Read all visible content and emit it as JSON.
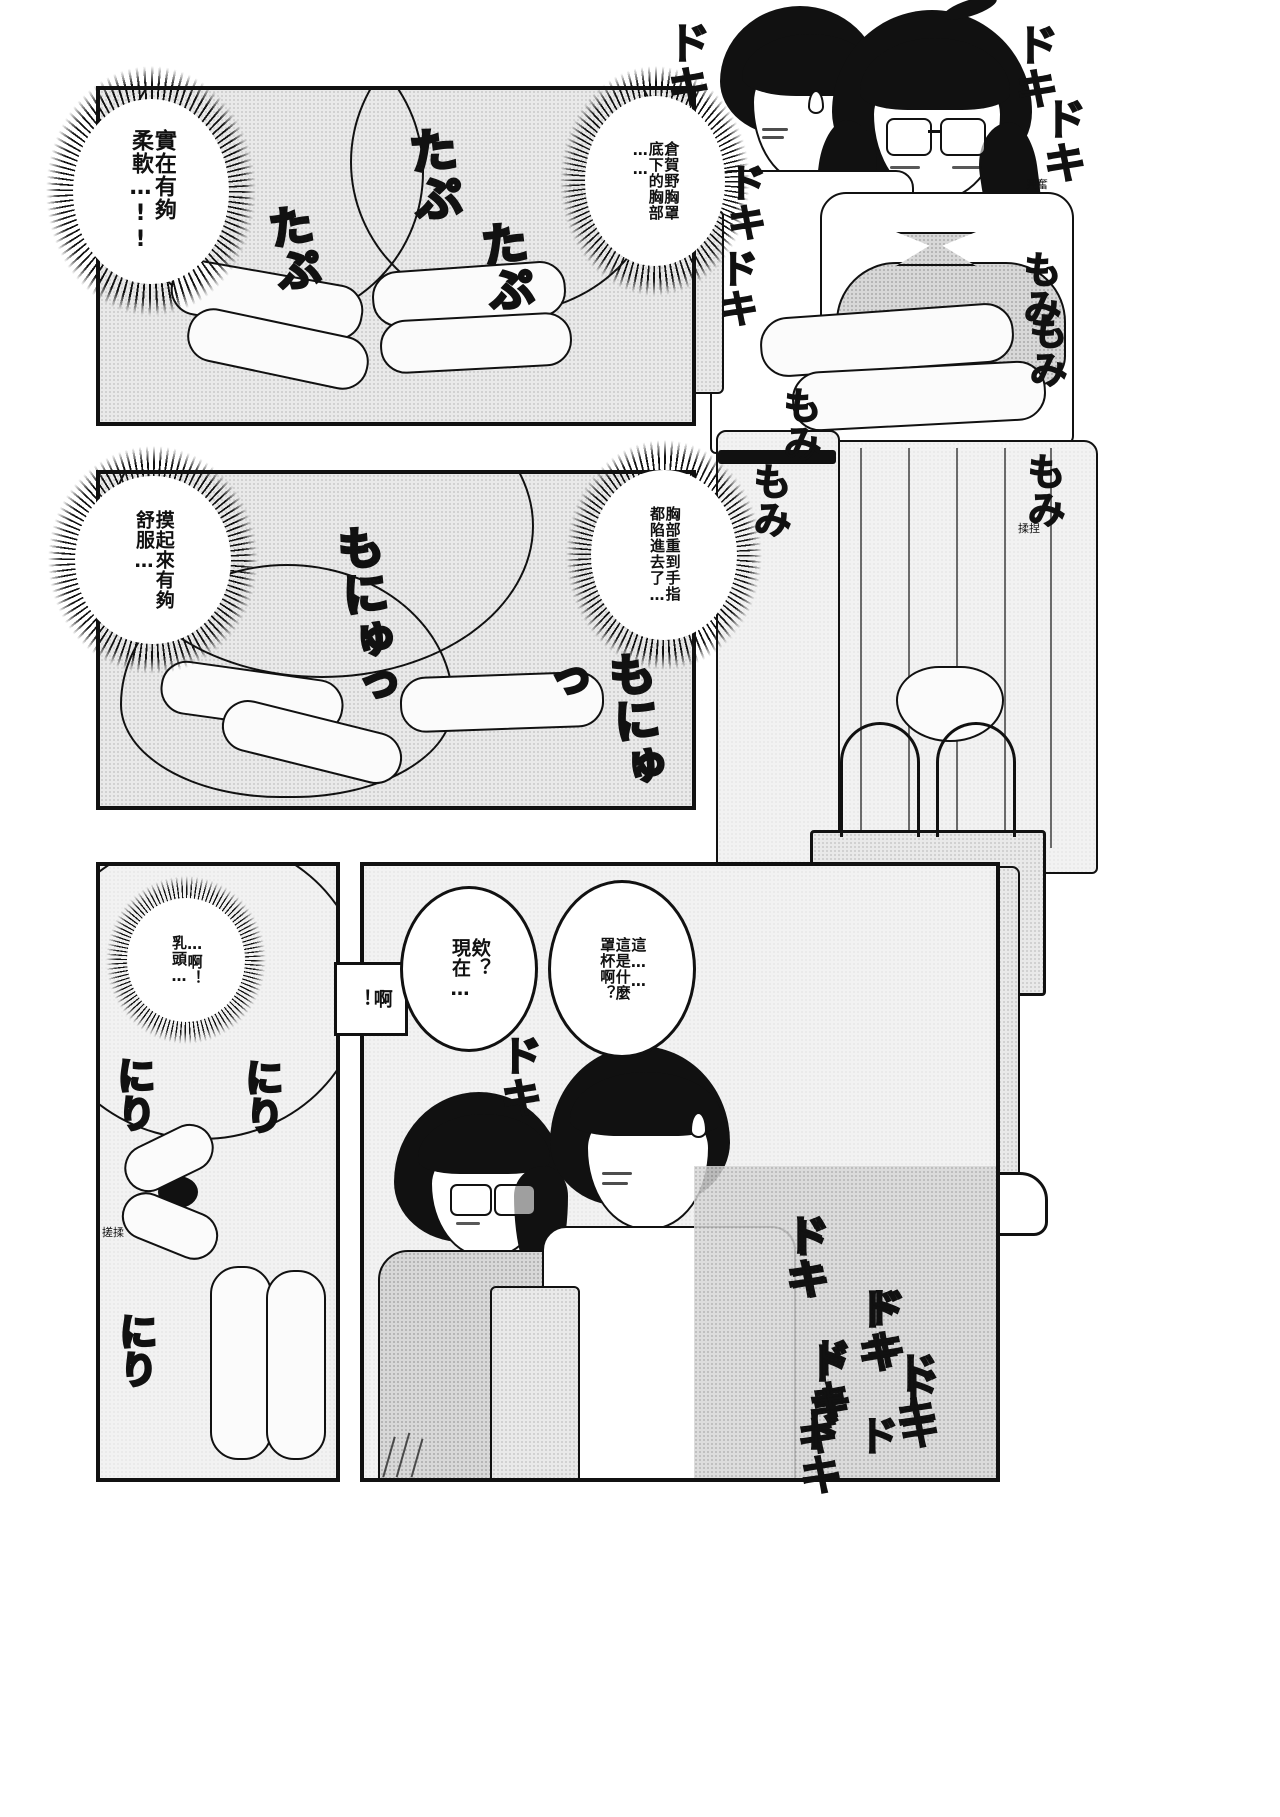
{
  "page": {
    "kind": "manga-page",
    "language": "zh-Hant",
    "background": "#ffffff",
    "ink": "#111111"
  },
  "panels": [
    {
      "id": "panel-1",
      "description": "close-up of hands groping breasts through sweater"
    },
    {
      "id": "panel-2",
      "description": "close-up of fingers sinking into breasts"
    },
    {
      "id": "panel-3",
      "description": "narrow vertical panel, fingers pinching nipple"
    },
    {
      "id": "panel-4",
      "description": "two characters, boy blushing behind girl"
    },
    {
      "id": "panel-right",
      "description": "full height standing figures, boy groping girl from behind"
    }
  ],
  "bubbles": {
    "p1_left": "實在有夠\n柔軟…!!",
    "p1_right": "倉賀野胸罩\n底下的胸部\n……",
    "p2_left": "摸起來有夠\n舒服…",
    "p2_right": "胸部重到手指\n都陷進去了…",
    "p3_left": "…啊！\n乳頭…",
    "p4_a": "啊\n！",
    "p4_b": "欸？\n現在…",
    "p4_c": "這……\n這是什麼\n罩杯啊？"
  },
  "sfx": {
    "tapu_1": "たぷ",
    "tapu_2": "たぷ",
    "tapu_3": "たぷ",
    "monyu_1": "もにゅっ",
    "monyu_2": "もにゅっ",
    "niri_1": "にり",
    "niri_2": "にり",
    "niri_3": "にり",
    "doki": "ドキ",
    "momi": "もみ"
  },
  "sfx_instances": {
    "doki_count": 11,
    "momi_count": 6,
    "tapu_count": 3,
    "monyu_count": 2,
    "niri_count": 3
  },
  "labels": {
    "excited": "興奮",
    "knead": "揉捏",
    "rub": "搓揉"
  }
}
